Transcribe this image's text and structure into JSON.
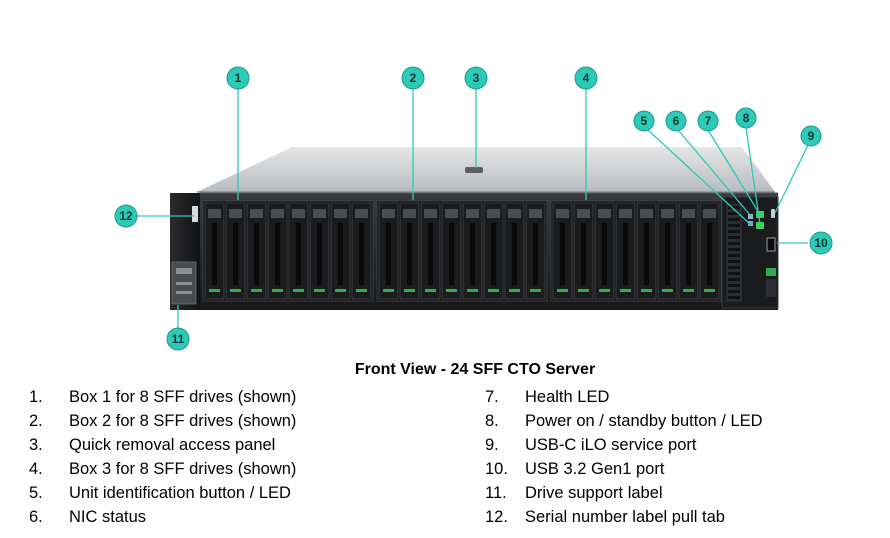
{
  "diagram": {
    "caption": "Front View - 24 SFF CTO Server",
    "callouts": [
      "1",
      "2",
      "3",
      "4",
      "5",
      "6",
      "7",
      "8",
      "9",
      "10",
      "11",
      "12"
    ],
    "legend": [
      {
        "num": "1.",
        "text": "Box 1 for 8 SFF drives (shown)"
      },
      {
        "num": "2.",
        "text": "Box 2 for 8 SFF drives (shown)"
      },
      {
        "num": "3.",
        "text": "Quick removal access panel"
      },
      {
        "num": "4.",
        "text": "Box 3 for 8 SFF drives (shown)"
      },
      {
        "num": "5.",
        "text": "Unit identification button / LED"
      },
      {
        "num": "6.",
        "text": "NIC status"
      },
      {
        "num": "7.",
        "text": "Health LED"
      },
      {
        "num": "8.",
        "text": "Power on / standby button / LED"
      },
      {
        "num": "9.",
        "text": "USB-C iLO service port"
      },
      {
        "num": "10.",
        "text": "USB 3.2 Gen1 port"
      },
      {
        "num": "11.",
        "text": "Drive support label"
      },
      {
        "num": "12.",
        "text": "Serial number label pull tab"
      }
    ],
    "colors": {
      "callout_fill": "#2ec9b7",
      "callout_stroke": "#1a9a8b",
      "leader_line": "#2ec9b7",
      "chassis_top": "#c9cbcd",
      "bezel": "#1e1f21",
      "drive_led": "#2fae4f"
    }
  }
}
